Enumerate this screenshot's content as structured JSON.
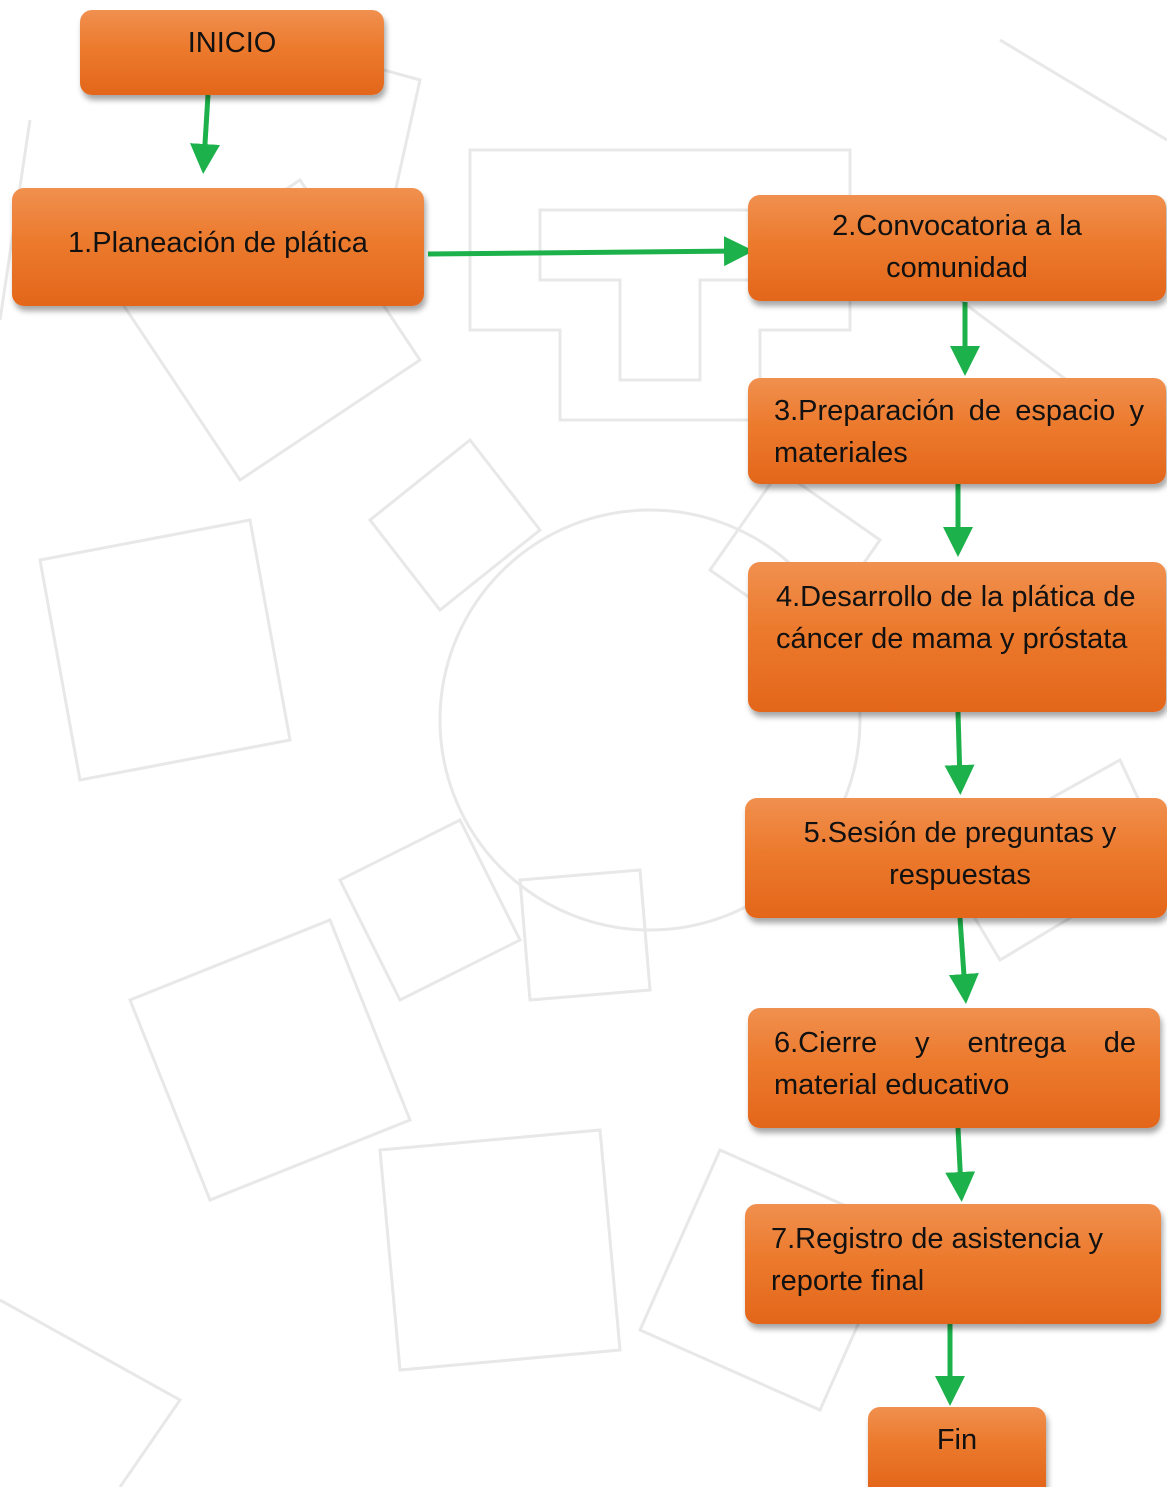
{
  "steps": {
    "inicio": "INICIO",
    "s1": "1.Planeación de plática",
    "s2": "2.Convocatoria a la comunidad",
    "s3": "3.Preparación de espacio y materiales",
    "s4": "4.Desarrollo de la plática de cáncer de mama y próstata",
    "s5": "5.Sesión de preguntas y respuestas",
    "s6": "6.Cierre y entrega de material educativo",
    "s7": "7.Registro de asistencia y reporte final",
    "fin": "Fin"
  },
  "colors": {
    "box_fill": "#ec7a2d",
    "arrow": "#1db14b",
    "watermark": "#e6e6e6"
  }
}
